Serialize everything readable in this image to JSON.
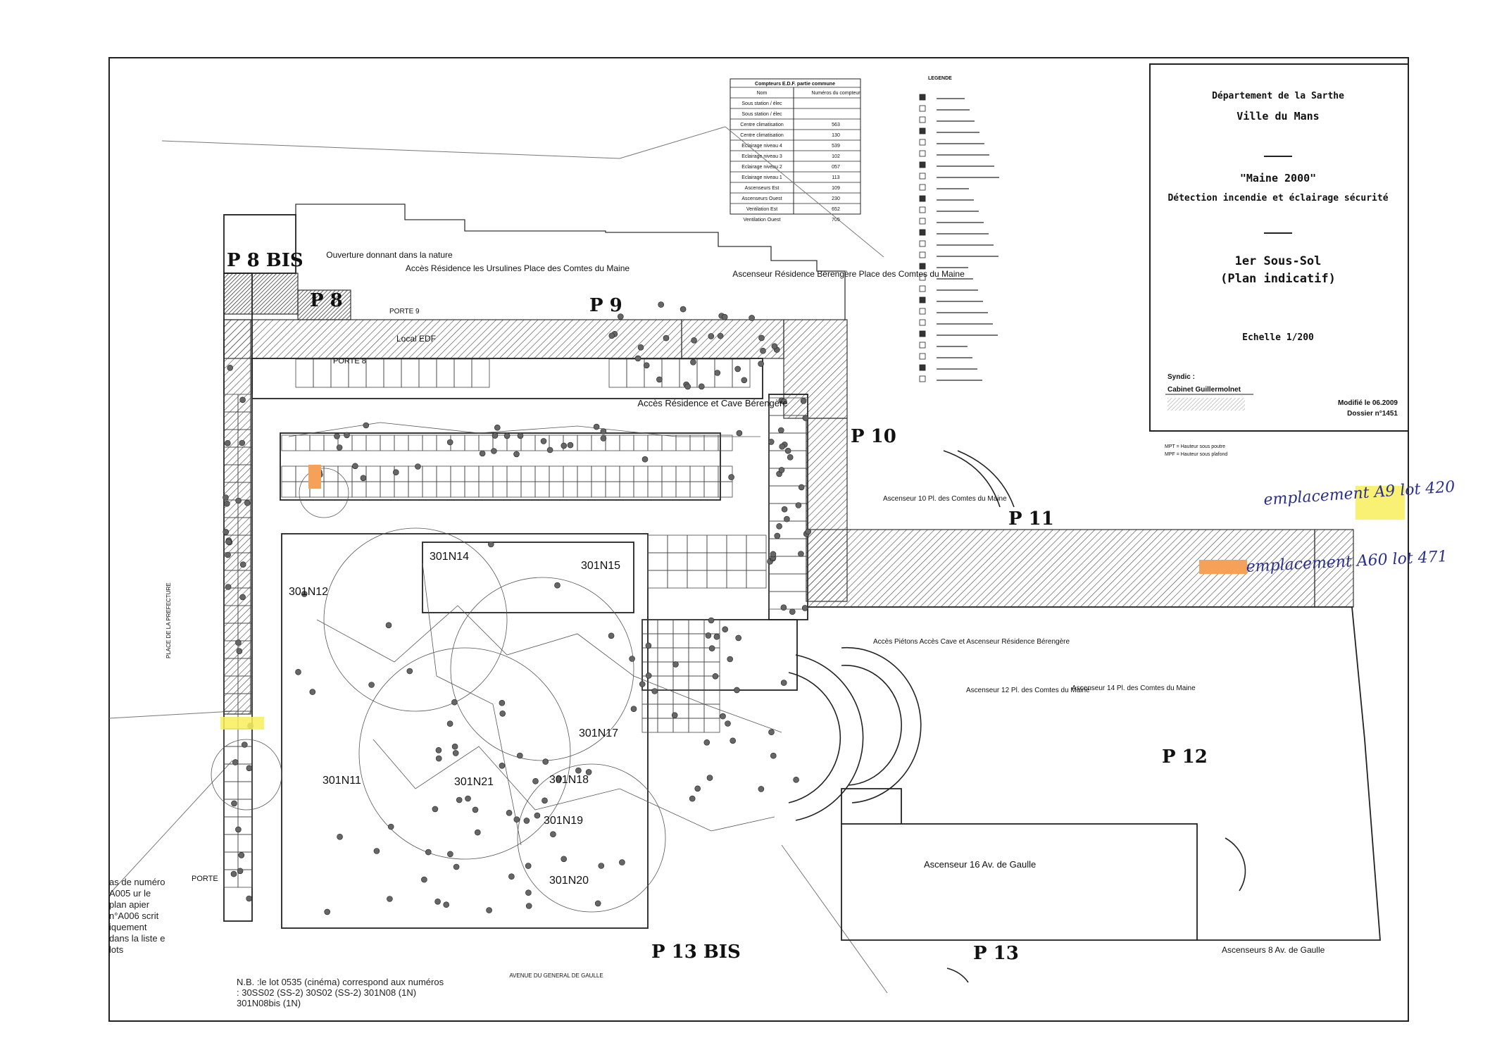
{
  "title_block": {
    "department": "Département de la Sarthe",
    "city": "Ville du Mans",
    "project": "\"Maine 2000\"",
    "subtitle": "Détection incendie et éclairage sécurité",
    "level": "1er Sous-Sol",
    "plan_type": "(Plan indicatif)",
    "scale": "Echelle 1/200",
    "syndic_label": "Syndic :",
    "syndic_name": "Cabinet Guillermolnet",
    "modified": "Modifié le 06.2009",
    "dossier": "Dossier n°1451"
  },
  "counter_table": {
    "title": "Compteurs E.D.F. partie commune",
    "headers": [
      "Nom",
      "Numéros du compteur"
    ],
    "rows": [
      [
        "Sous station / élec",
        ""
      ],
      [
        "Sous station / élec",
        ""
      ],
      [
        "Centre climatisation",
        "563"
      ],
      [
        "Centre climatisation",
        "130"
      ],
      [
        "Eclairage niveau 4",
        "539"
      ],
      [
        "Eclairage niveau 3",
        "102"
      ],
      [
        "Eclairage niveau 2",
        "057"
      ],
      [
        "Eclairage niveau 1",
        "113"
      ],
      [
        "Ascenseurs Est",
        "109"
      ],
      [
        "Ascenseurs Ouest",
        "230"
      ],
      [
        "Ventilation Est",
        "652"
      ],
      [
        "Ventilation Ouest",
        "705"
      ]
    ]
  },
  "legend": {
    "title": "LEGENDE"
  },
  "parking_labels": [
    "P 8 BIS",
    "P 8",
    "P 9",
    "P 10",
    "P 11",
    "P 12",
    "P 13 BIS",
    "P 13"
  ],
  "units": [
    "301N12",
    "301N14",
    "301N15",
    "301N11",
    "301N21",
    "301N17",
    "301N18",
    "301N19",
    "301N20"
  ],
  "annotations": {
    "ouverture": "Ouverture donnant dans la nature",
    "acces_ursulines": "Accès Résidence les Ursulines Place des Comtes du Maine",
    "ascenseur_berengere": "Ascenseur Résidence Bérengère Place des Comtes du Maine",
    "acces_cave": "Accès Résidence et Cave Bérengère",
    "porte9": "PORTE 9",
    "porte8": "PORTE 8",
    "local_edf": "Local EDF",
    "ascenseur10": "Ascenseur 10 Pl. des Comtes du Maine",
    "acces_pietons": "Accès Piétons Accès Cave et Ascenseur Résidence Bérengère",
    "ascenseur12": "Ascenseur 12 Pl. des Comtes du Maine",
    "ascenseur14": "Ascenseur 14 Pl. des Comtes du Maine",
    "ascenseur16": "Ascenseur 16 Av. de Gaulle",
    "ascenseurs8": "Ascenseurs 8 Av. de Gaulle",
    "place_prefecture": "PLACE DE LA PREFECTURE",
    "avenue": "AVENUE DU GENERAL DE GAULLE",
    "porte": "PORTE",
    "side_note": "as de numéro A005 ur le plan apier n°A006 scrit iquement dans la liste e lots",
    "nb_note": "N.B. :le lot 0535 (cinéma) correspond aux numéros : 30SS02 (SS-2) 30S02 (SS-2) 301N08 (1N) 301N08bis (1N)",
    "mpt": "MPT = Hauteur sous poutre",
    "mpf": "MPF = Hauteur sous plafond"
  },
  "handwritten": {
    "note1": "emplacement A9 lot 420",
    "note2": "emplacement A60 lot 471"
  },
  "highlight_colors": {
    "yellow": "#f7ef5a",
    "orange": "#f5a15a"
  }
}
